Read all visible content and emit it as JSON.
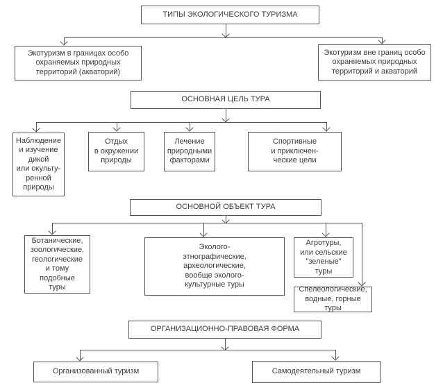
{
  "colors": {
    "line": "#555555",
    "text": "#3a3a3a",
    "background": "#ffffff"
  },
  "nodes": {
    "title": {
      "text": "ТИПЫ ЭКОЛОГИЧЕСКОГО ТУРИЗМА"
    },
    "ecotourism_within": {
      "text": "Экотуризм в границах особо\nохраняемых природных\nтерриторий (акваторий)"
    },
    "ecotourism_outside": {
      "text": "Экотуризм вне границ особо\nохраняемых природных\nтерриторий и акваторий"
    },
    "tour_goal": {
      "text": "ОСНОВНАЯ ЦЕЛЬ ТУРА"
    },
    "observation": {
      "text": "Наблюдение\nи изучение\nдикой\nили окульту-\nренной\nприроды"
    },
    "rest": {
      "text": "Отдых\nв окружении\nприроды"
    },
    "treatment": {
      "text": "Лечение\nприродными\nфакторами"
    },
    "sport": {
      "text": "Спортивные\nи приключен-\nческие цели"
    },
    "tour_object": {
      "text": "ОСНОВНОЙ ОБЪЕКТ ТУРА"
    },
    "botanical": {
      "text": "Ботанические,\nзоологические,\nгеологические\nи тому подобные\nтуры"
    },
    "ecocultural": {
      "text": "Эколого-\nэтнографические,\nархеологические,\nвообще эколого-\nкультурные туры"
    },
    "agro": {
      "text": "Агротуры,\nили сельские\n\"зеленые\" туры"
    },
    "speleo": {
      "text": "Спелеологические,\nводные, горные туры"
    },
    "legal_form": {
      "text": "ОРГАНИЗАЦИОННО-ПРАВОВАЯ ФОРМА"
    },
    "organized": {
      "text": "Организованный туризм"
    },
    "amateur": {
      "text": "Самодеятельный туризм"
    }
  }
}
